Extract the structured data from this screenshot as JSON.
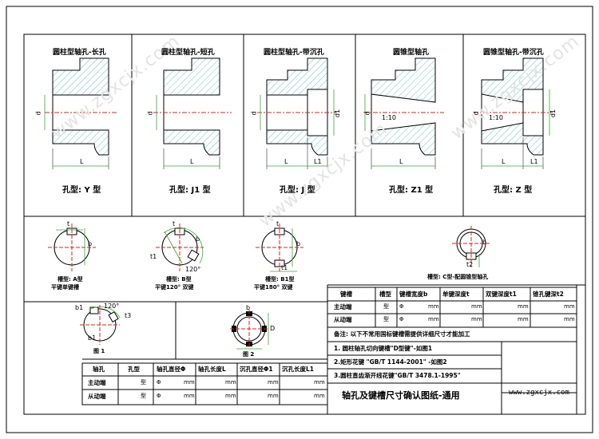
{
  "watermark": "www.zgxcjx.com",
  "panels": [
    {
      "title": "圆柱型轴孔-长孔",
      "type": "孔型: Y 型"
    },
    {
      "title": "圆柱型轴孔-短孔",
      "type": "孔型: J1 型"
    },
    {
      "title": "圆柱型轴孔-带沉孔",
      "type": "孔型: J 型"
    },
    {
      "title": "圆锥型轴孔",
      "type": "孔型: Z1 型"
    },
    {
      "title": "圆锥型轴孔-带沉孔",
      "type": "孔型: Z 型"
    }
  ],
  "dims": {
    "d": "d",
    "d1": "d1",
    "L": "L",
    "L1": "L1",
    "taper": "1:10",
    "t": "t",
    "b": "b",
    "t1": "t1",
    "t2": "t2",
    "t3": "t3",
    "b1": "b1",
    "deg120": "120°",
    "D": "D"
  },
  "keyway": {
    "a_caption": "槽型: A型",
    "a_sub": "平键单键槽",
    "b_caption": "槽型: B型",
    "b_sub": "平键120°  双键",
    "b1_caption": "槽型: B1型",
    "b1_sub": "平键180°  双键",
    "c_caption": "槽型: C型-配圆锥型轴孔",
    "fig1": "图 1",
    "fig2": "图 2"
  },
  "table_top": {
    "headers": [
      "键槽",
      "槽型",
      "键槽宽度b",
      "单键深度t",
      "双键深度t1",
      "锥孔键深t2"
    ],
    "rows": [
      {
        "label": "主动端",
        "type": "型",
        "b": "Φ",
        "bu": "mm",
        "u1": "mm",
        "u2": "mm",
        "u3": "mm"
      },
      {
        "label": "从动端",
        "type": "型",
        "b": "Φ",
        "bu": "mm",
        "u1": "mm",
        "u2": "mm",
        "u3": "mm"
      }
    ]
  },
  "notes": {
    "remark": "备注: 以下不常用国标键槽需提供详细尺寸才能加工",
    "n1": "1. 圆柱轴孔切向键槽\"D型键\"-如图1",
    "n2": "2.矩形花键 \"GB/T 1144-2001\" -如图2",
    "n3": "3.圆柱直齿渐开线花键\"GB/T 3478.1-1995\""
  },
  "table_bottom": {
    "headers": [
      "轴孔",
      "孔型",
      "轴孔直径Φ",
      "轴孔长度L",
      "沉孔直径Φ1",
      "沉孔长度L1"
    ],
    "rows": [
      {
        "label": "主动端",
        "type": "型",
        "d": "Φ",
        "du": "mm",
        "lu": "mm",
        "d1u": "mm",
        "l1u": "mm"
      },
      {
        "label": "从动端",
        "type": "型",
        "d": "Φ",
        "du": "mm",
        "lu": "mm",
        "d1u": "mm",
        "l1u": "mm"
      }
    ]
  },
  "footer": {
    "title": "轴孔及键槽尺寸确认图纸-通用",
    "url": "www.zgxcjx.com"
  }
}
